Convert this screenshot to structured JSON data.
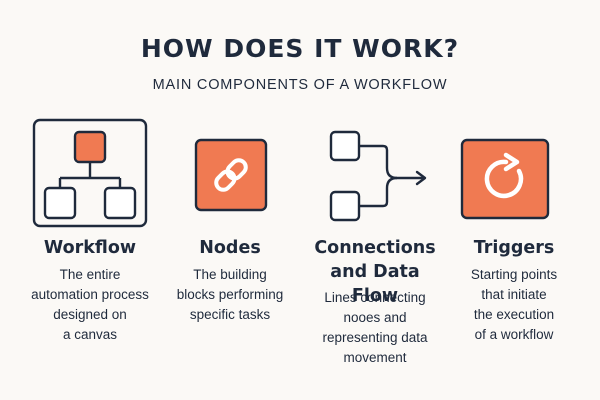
{
  "header": {
    "title": "HOW DOES IT WORK?",
    "subtitle": "MAIN COMPONENTS OF A WORKFLOW"
  },
  "colors": {
    "accent": "#F07A52",
    "ink": "#1F2A3C",
    "background": "#FBF9F6"
  },
  "components": [
    {
      "icon": "workflow-tree-icon",
      "heading": [
        "Workflow"
      ],
      "description": [
        "The entire",
        "automation process",
        "designed on",
        "a canvas"
      ]
    },
    {
      "icon": "link-icon",
      "heading": [
        "Nodes"
      ],
      "description": [
        "The building",
        "blocks performing",
        "specific tasks"
      ]
    },
    {
      "icon": "connections-icon",
      "heading": [
        "Connections",
        "and Data Flow"
      ],
      "description": [
        "Lines connecting",
        "nooes and",
        "representing data",
        "movement"
      ]
    },
    {
      "icon": "refresh-icon",
      "heading": [
        "Triggers"
      ],
      "description": [
        "Starting points",
        "that initiate",
        "the execution",
        "of a workflow"
      ]
    }
  ]
}
